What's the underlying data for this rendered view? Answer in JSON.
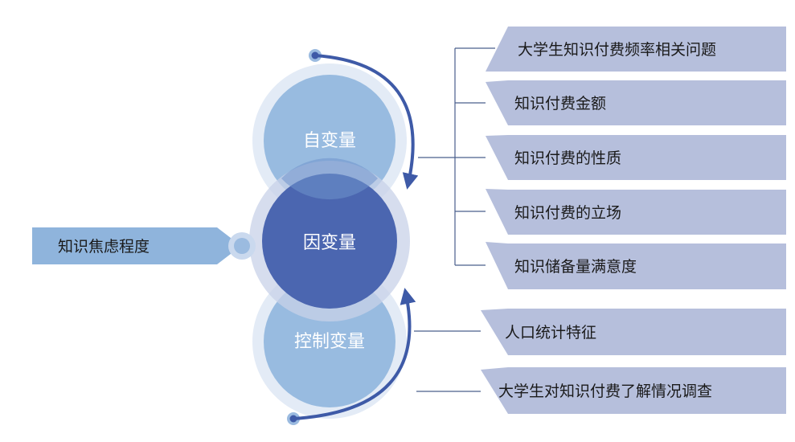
{
  "circles": {
    "independent": "自变量",
    "dependent": "因变量",
    "control": "控制变量"
  },
  "left_banner": "知识焦虑程度",
  "right_items": [
    "大学生知识付费频率相关问题",
    "知识付费金额",
    "知识付费的性质",
    "知识付费的立场",
    "知识储备量满意度",
    "人口统计特征",
    "大学生对知识付费了解情况调查"
  ],
  "colors": {
    "halo_light": "#e1eaf6",
    "circle_light": "#98bbe0",
    "circle_dark": "#4b66b0",
    "arrow_blue": "#3e5aa7",
    "banner_fill": "#b6bfdc",
    "left_banner_fill": "#8fb4dc",
    "connector": "#4a5f8c"
  }
}
